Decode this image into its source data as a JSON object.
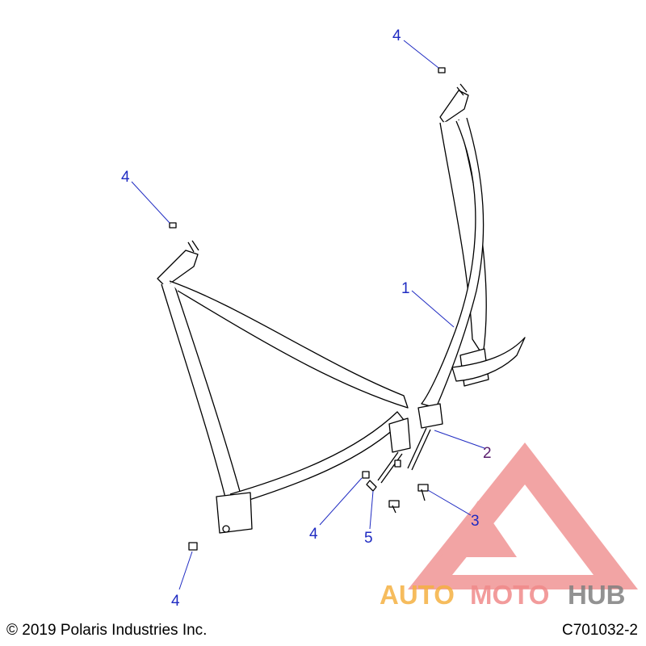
{
  "callouts": [
    {
      "id": "c1",
      "label": "1",
      "color": "#1f2bc2"
    },
    {
      "id": "c2",
      "label": "2",
      "color": "#5a1e6e"
    },
    {
      "id": "c3",
      "label": "3",
      "color": "#1f2bc2"
    },
    {
      "id": "c4a",
      "label": "4",
      "color": "#1f2bc2"
    },
    {
      "id": "c4b",
      "label": "4",
      "color": "#1f2bc2"
    },
    {
      "id": "c4c",
      "label": "4",
      "color": "#1f2bc2"
    },
    {
      "id": "c4d",
      "label": "4",
      "color": "#1f2bc2"
    },
    {
      "id": "c5",
      "label": "5",
      "color": "#1f2bc2"
    }
  ],
  "footer": {
    "copyright": "© 2019 Polaris Industries Inc.",
    "drawing_id": "C701032-2"
  },
  "watermark": {
    "part1": "AUTO",
    "part2": "MOTO",
    "part3": "HUB",
    "color_orange": "#f5b041",
    "color_red": "#f08a8a",
    "color_gray": "#7f7f7f"
  }
}
